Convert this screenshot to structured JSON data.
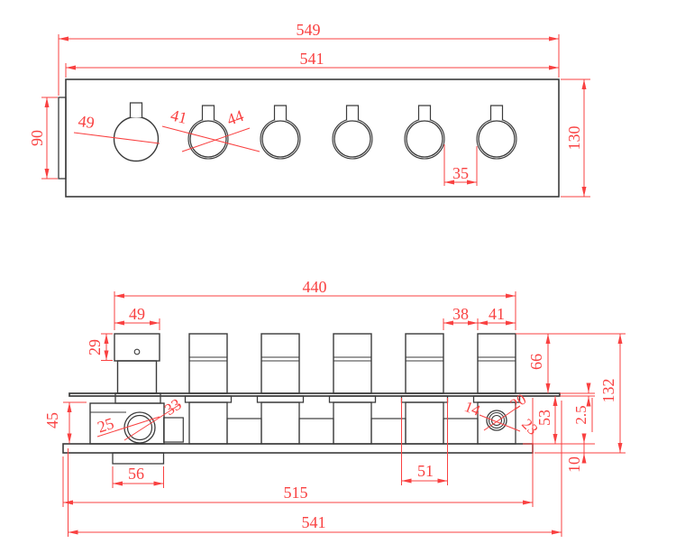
{
  "drawing": {
    "background": "#ffffff",
    "line_color": "#3b3b3b",
    "dim_color": "#f94141",
    "top_view": {
      "dim_total_width": "549",
      "dim_plate_width": "541",
      "dim_tab_height": "90",
      "dim_plate_height": "130",
      "dim_hole1_dia": "49",
      "dim_hole_inner_dia": "41",
      "dim_hole_outer_dia": "44",
      "dim_hole_gap": "35"
    },
    "front_view": {
      "dim_span": "440",
      "dim_knob1_width": "49",
      "dim_knob1_height": "29",
      "dim_gap": "38",
      "dim_knob_width": "41",
      "dim_knob_height": "66",
      "dim_total_height": "132",
      "dim_plate_thickness": "2.5",
      "dim_body_height": "53",
      "dim_base_thickness": "10",
      "dim_valve_height": "45",
      "dim_valve_port": "25",
      "dim_valve_body": "33",
      "dim_port_inner": "14",
      "dim_port_mid": "20",
      "dim_port_outer": "23",
      "dim_tab_width": "56",
      "dim_flange_width": "51",
      "dim_base_width": "515",
      "dim_plate_width": "541"
    }
  }
}
